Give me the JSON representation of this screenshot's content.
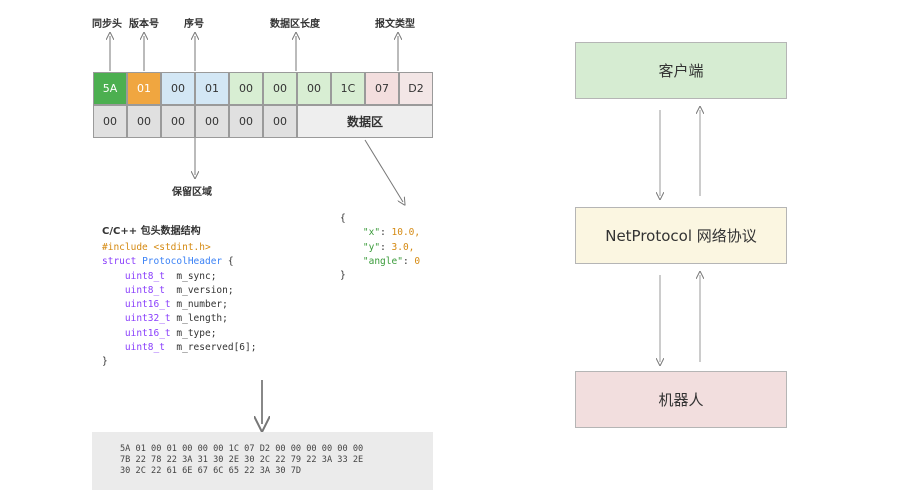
{
  "header_labels": {
    "sync": "同步头",
    "version": "版本号",
    "number": "序号",
    "length": "数据区长度",
    "type": "报文类型"
  },
  "reserved_label": "保留区域",
  "row1_cells": [
    "5A",
    "01",
    "00",
    "01",
    "00",
    "00",
    "00",
    "1C",
    "07",
    "D2"
  ],
  "row2_cells": [
    "00",
    "00",
    "00",
    "00",
    "00",
    "00"
  ],
  "data_area_label": "数据区",
  "code": {
    "title": "C/C++ 包头数据结构",
    "include_kw": "#include",
    "include_file": "<stdint.h>",
    "struct_kw": "struct",
    "struct_name": "ProtocolHeader",
    "open_brace": "{",
    "close_brace": "}",
    "fields": [
      {
        "type": "uint8_t",
        "name": "m_sync;"
      },
      {
        "type": "uint8_t",
        "name": "m_version;"
      },
      {
        "type": "uint16_t",
        "name": "m_number;"
      },
      {
        "type": "uint32_t",
        "name": "m_length;"
      },
      {
        "type": "uint16_t",
        "name": "m_type;"
      },
      {
        "type": "uint8_t",
        "name": "m_reserved[6];"
      }
    ]
  },
  "json": {
    "open": "{",
    "close": "}",
    "lines": [
      {
        "key": "\"x\"",
        "value": "10.0,"
      },
      {
        "key": "\"y\"",
        "value": "3.0,"
      },
      {
        "key": "\"angle\"",
        "value": "0"
      }
    ]
  },
  "hexdump": [
    "5A 01 00 01 00 00 00 1C 07 D2 00 00 00 00 00 00",
    "7B 22 78 22 3A 31 30 2E 30 2C 22 79 22 3A 33 2E",
    "30 2C 22 61 6E 67 6C 65 22 3A 30 7D"
  ],
  "right_diagram": {
    "client": "客户端",
    "protocol": "NetProtocol 网络协议",
    "robot": "机器人"
  },
  "colors": {
    "sync": "#4caf50",
    "version": "#f0a640",
    "number": "#d3e7f5",
    "length": "#d8eed3",
    "type_a": "#f3dede",
    "type_b": "#f3e6e6",
    "gray": "#e0e0e0",
    "client_box": "#d6ecd2",
    "protocol_box": "#fbf6e1",
    "robot_box": "#f2dede"
  }
}
